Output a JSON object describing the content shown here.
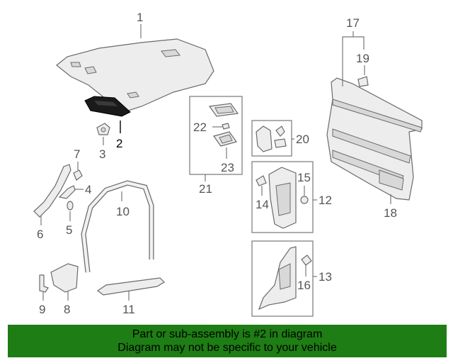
{
  "callouts": {
    "c1": "1",
    "c2": "2",
    "c3": "3",
    "c4": "4",
    "c5": "5",
    "c6": "6",
    "c7": "7",
    "c8": "8",
    "c9": "9",
    "c10": "10",
    "c11": "11",
    "c12": "12",
    "c13": "13",
    "c14": "14",
    "c15": "15",
    "c16": "16",
    "c17": "17",
    "c18": "18",
    "c19": "19",
    "c20": "20",
    "c21": "21",
    "c22": "22",
    "c23": "23"
  },
  "banner": {
    "line1": "Part or sub-assembly is #2 in diagram",
    "line2": "Diagram may not be specific to your vehicle"
  },
  "colors": {
    "banner_bg": "#1e7d14",
    "highlight_part": "#1a1a1a"
  }
}
